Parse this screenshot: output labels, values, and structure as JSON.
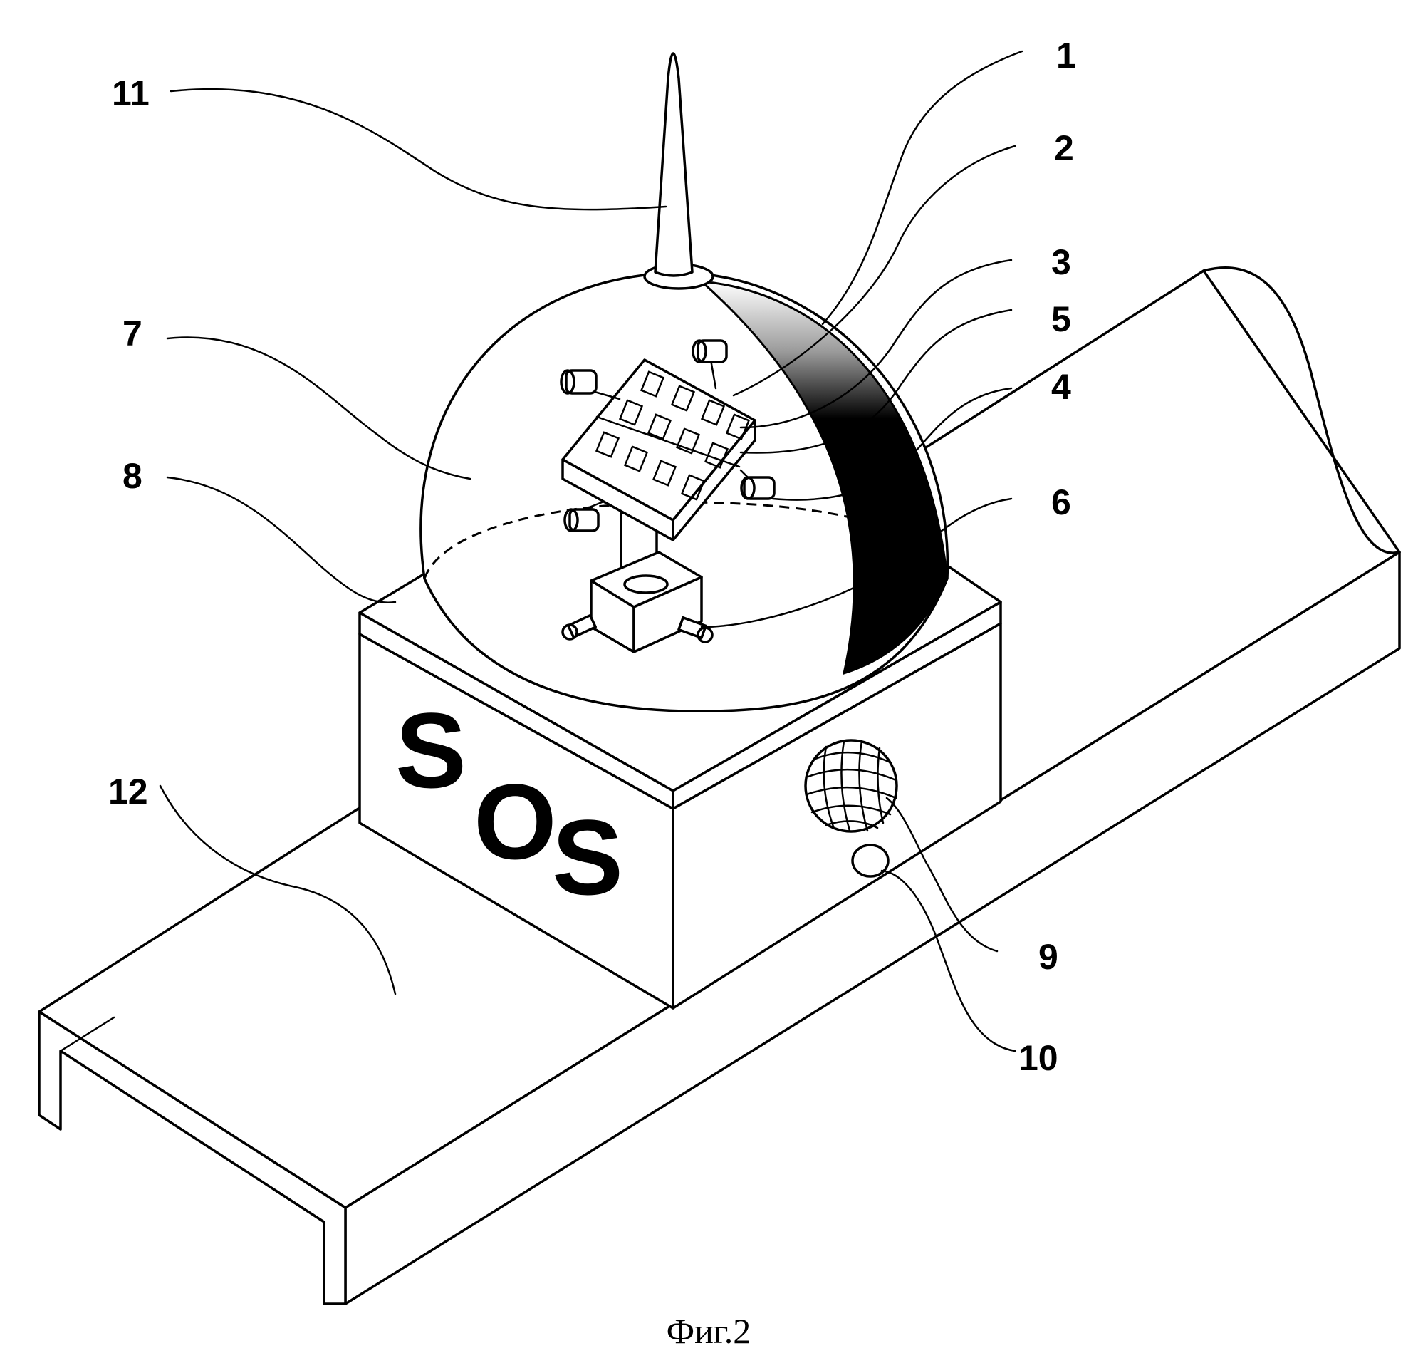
{
  "figure": {
    "caption": "Фиг.2",
    "housing_lettering": [
      "S",
      "O",
      "S"
    ],
    "labels": {
      "l1": "1",
      "l2": "2",
      "l3": "3",
      "l4": "4",
      "l5": "5",
      "l6": "6",
      "l7": "7",
      "l8": "8",
      "l9": "9",
      "l10": "10",
      "l11": "11",
      "l12": "12"
    }
  }
}
